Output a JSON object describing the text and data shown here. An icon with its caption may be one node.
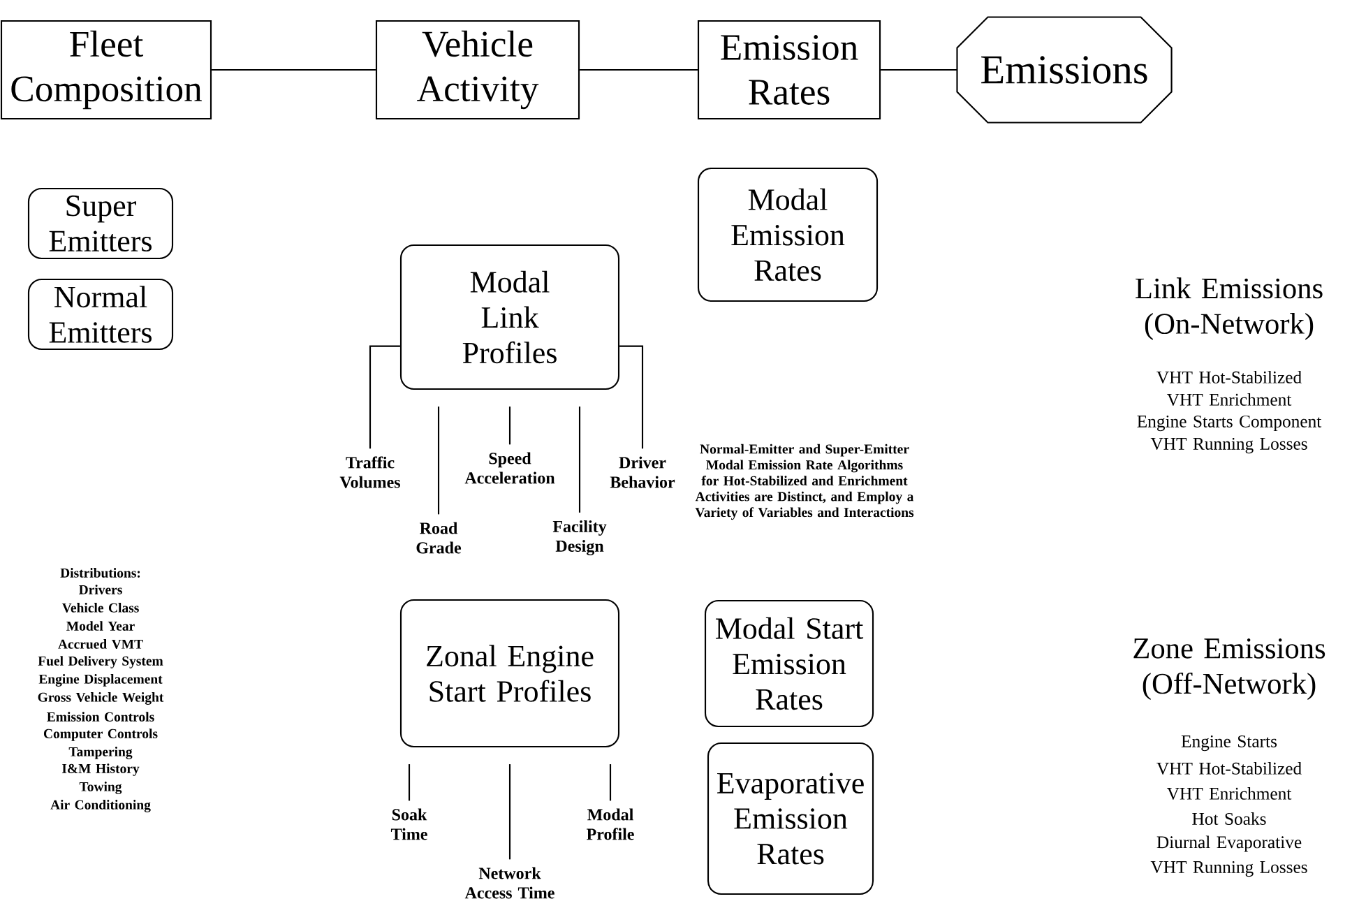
{
  "diagram": {
    "nodes": [
      {
        "text": [
          "Fleet Composition"
        ]
      },
      {
        "text": [
          "Vehicle Activity"
        ]
      },
      {
        "text": [
          "Emission Rates"
        ]
      },
      {
        "text": [
          "Emissions"
        ]
      },
      {
        "text": [
          "Super Emitters"
        ]
      },
      {
        "text": [
          "Normal Emitters"
        ]
      },
      {
        "text": [
          "Modal Link Profiles"
        ]
      },
      {
        "text": [
          "Traffic Volumes"
        ]
      },
      {
        "text": [
          "Road Grade"
        ]
      },
      {
        "text": [
          "Speed Acceleration"
        ]
      },
      {
        "text": [
          "Facility Design"
        ]
      },
      {
        "text": [
          "Driver Behavior"
        ]
      },
      {
        "text": [
          "Modal Emission Rates"
        ]
      },
      {
        "text": [
          "Zonal Engine Start Profiles"
        ]
      },
      {
        "text": [
          "Soak Time"
        ]
      },
      {
        "text": [
          "Network Access Time"
        ]
      },
      {
        "text": [
          "Modal Profile"
        ]
      },
      {
        "text": [
          "Modal Start Emission Rates"
        ]
      },
      {
        "text": [
          "Evaporative Emission Rates"
        ]
      }
    ],
    "edges": [
      {
        "from": 0,
        "to": 1,
        "arrow": "none"
      },
      {
        "from": 1,
        "to": 2,
        "arrow": "none"
      },
      {
        "from": 2,
        "to": 3,
        "arrow": "none"
      },
      {
        "from": 6,
        "to": 7,
        "arrow": "none"
      },
      {
        "from": 6,
        "to": 8,
        "arrow": "none"
      },
      {
        "from": 6,
        "to": 9,
        "arrow": "none"
      },
      {
        "from": 6,
        "to": 10,
        "arrow": "none"
      },
      {
        "from": 6,
        "to": 11,
        "arrow": "none"
      },
      {
        "from": 13,
        "to": 14,
        "arrow": "none"
      },
      {
        "from": 13,
        "to": 15,
        "arrow": "none"
      },
      {
        "from": 13,
        "to": 16,
        "arrow": "none"
      }
    ],
    "labels": [
      "Distributions:",
      "Drivers",
      "Vehicle Class",
      "Model Year",
      "Accrued VMT",
      "Fuel Delivery System",
      "Engine Displacement",
      "Gross Vehicle Weight",
      "Emission Controls",
      "Computer Controls",
      "Tampering",
      "I&M History",
      "Towing",
      "Air Conditioning",
      "Normal-Emitter and Super-Emitter Modal Emission Rate Algorithms for Hot-Stabilized and Enrichment Activities are Distinct, and Employ a Variety of Variables and Interactions",
      "Link Emissions (On-Network)",
      "VHT Hot-Stabilized",
      "VHT Enrichment",
      "Engine Starts Component",
      "VHT Running Losses",
      "Zone Emissions (Off-Network)",
      "Engine Starts",
      "VHT Hot-Stabilized",
      "VHT Enrichment",
      "Hot Soaks",
      "Diurnal Evaporative",
      "VHT Running Losses"
    ]
  }
}
